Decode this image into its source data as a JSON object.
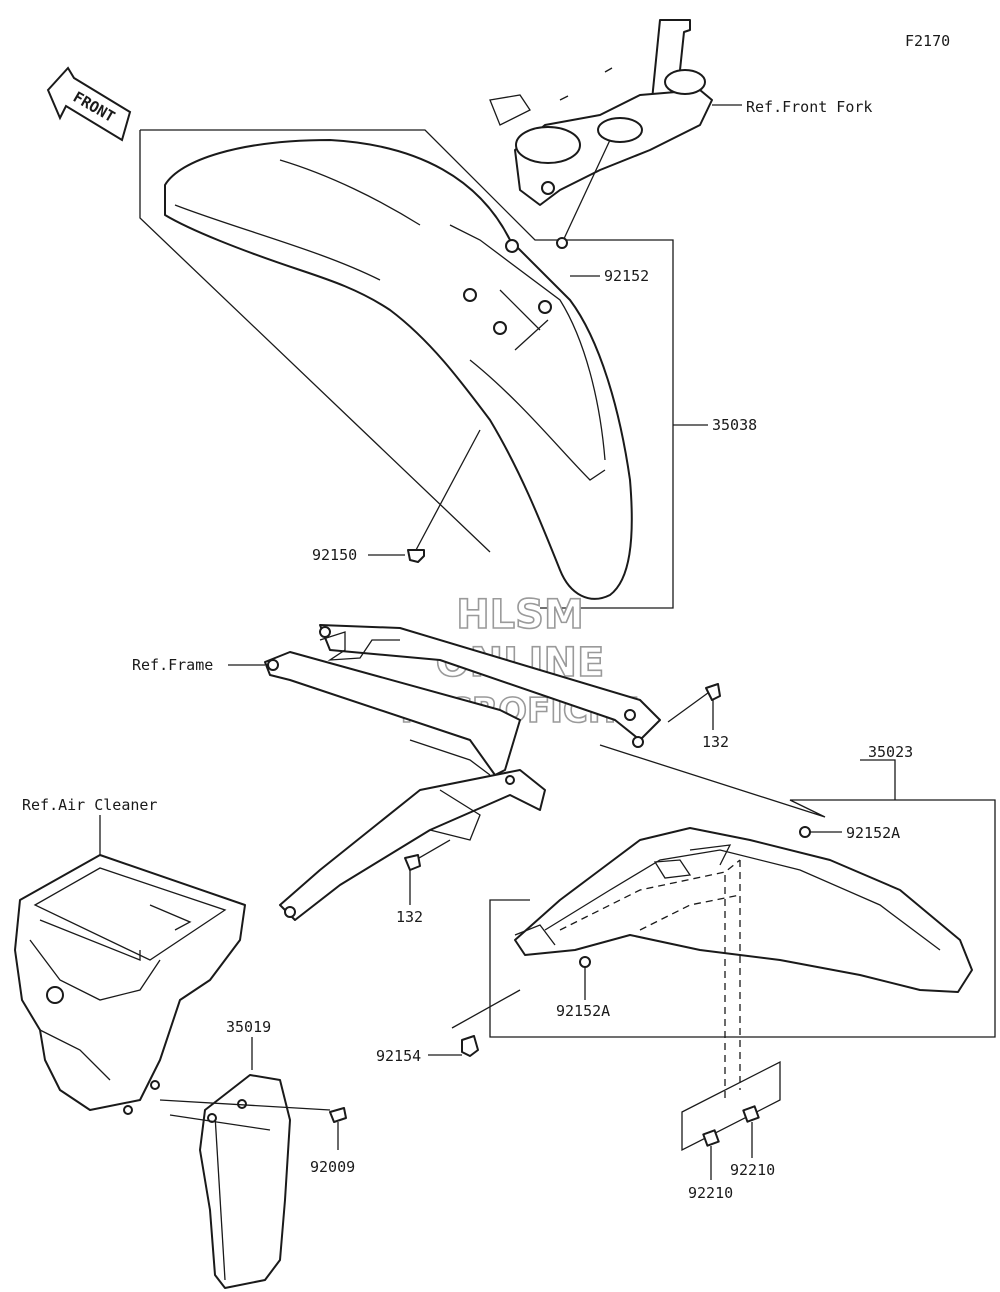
{
  "diagram_code": "F2170",
  "front_arrow_text": "FRONT",
  "watermark": [
    "HLSM",
    "ONLINE",
    "MICROFICHE"
  ],
  "references": {
    "front_fork": "Ref.Front Fork",
    "frame": "Ref.Frame",
    "air_cleaner": "Ref.Air Cleaner"
  },
  "parts": {
    "front_fender": "35038",
    "rear_fender": "35023",
    "mud_flap": "35019",
    "fork_washer": "92152",
    "fender_bolt": "92150",
    "bolt_upper": "132",
    "bolt_lower": "132",
    "washer_a_upper": "92152A",
    "washer_a_lower": "92152A",
    "rear_bolt": "92154",
    "mud_flap_screw": "92009",
    "nut_right": "92210",
    "nut_left": "92210"
  },
  "colors": {
    "line": "#1a1a1a",
    "background": "#ffffff",
    "watermark": "#9a9a9a"
  }
}
